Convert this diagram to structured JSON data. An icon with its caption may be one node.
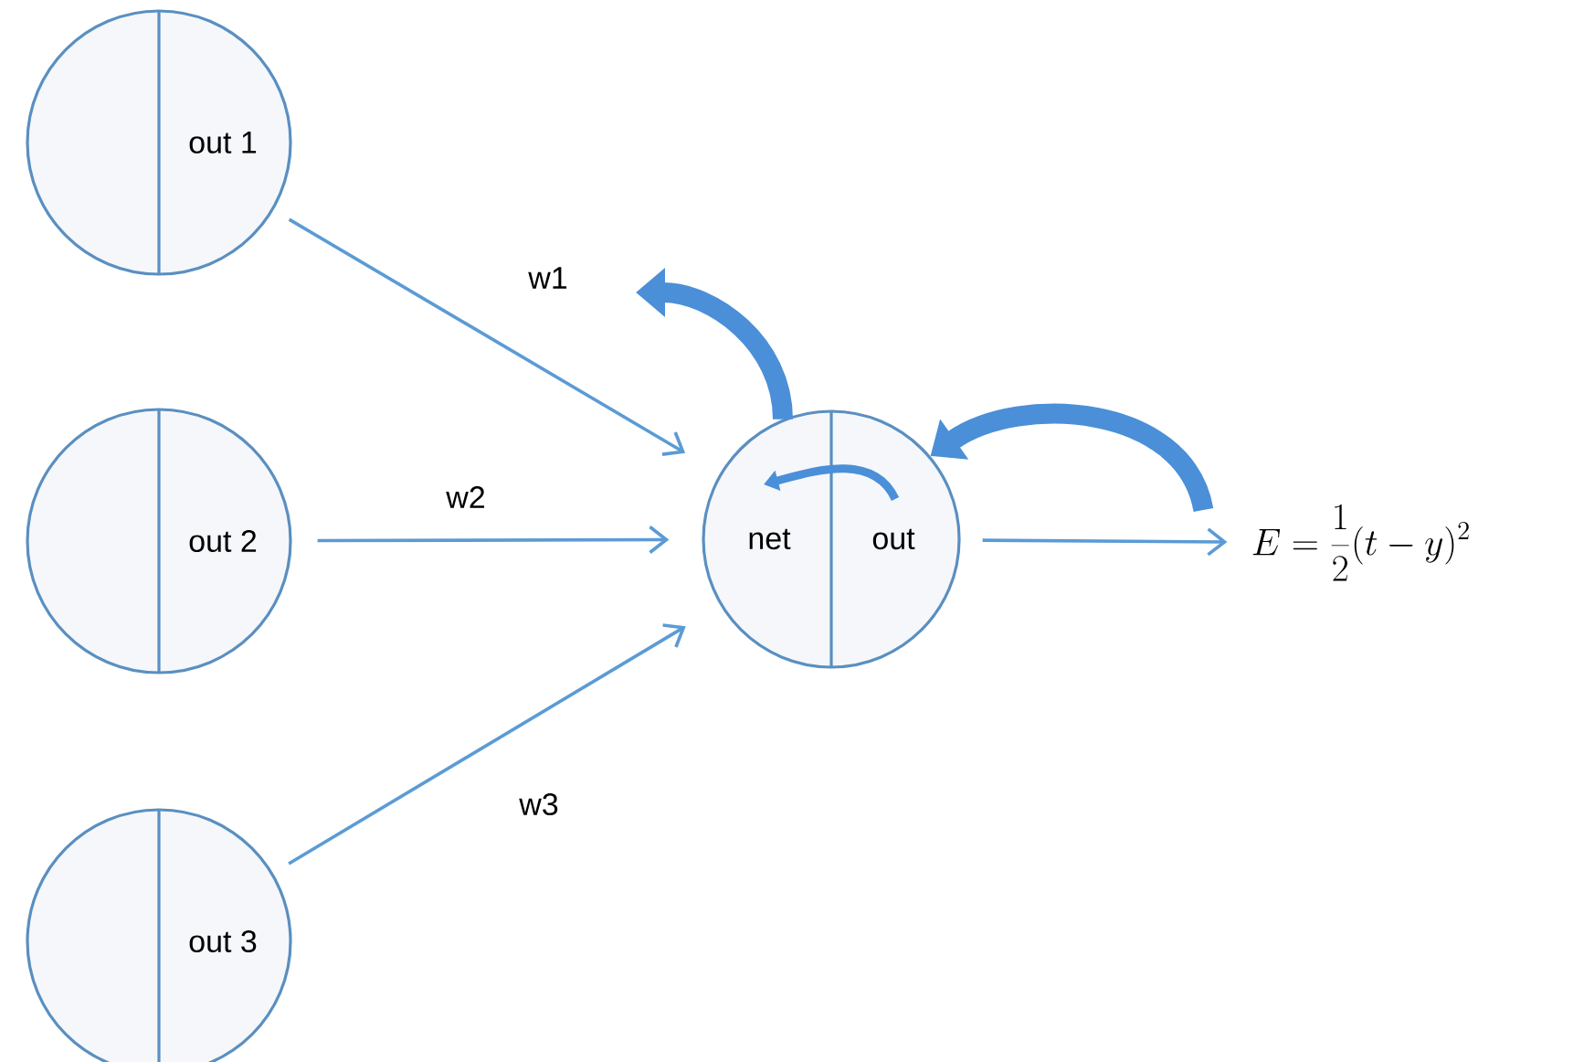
{
  "diagram": {
    "nodes": [
      {
        "text": [
          "out 1"
        ]
      },
      {
        "text": [
          "out 2"
        ]
      },
      {
        "text": [
          "out 3"
        ]
      },
      {
        "text": [
          "net",
          "out"
        ]
      },
      {
        "text": [
          "E = \\frac{1}{2}(t - y)^{2}"
        ]
      }
    ],
    "edges": [
      {
        "from": 0,
        "to": 3,
        "arrow": "to",
        "label": "w1"
      },
      {
        "from": 1,
        "to": 3,
        "arrow": "to",
        "label": "w2"
      },
      {
        "from": 2,
        "to": 3,
        "arrow": "to",
        "label": "w3"
      },
      {
        "from": 3,
        "to": 4,
        "arrow": "to"
      },
      {
        "from": 4,
        "to": 3,
        "arrow": "to",
        "style": "thick"
      },
      {
        "from": 3,
        "to": null,
        "arrow": "to",
        "style": "thick"
      }
    ]
  }
}
